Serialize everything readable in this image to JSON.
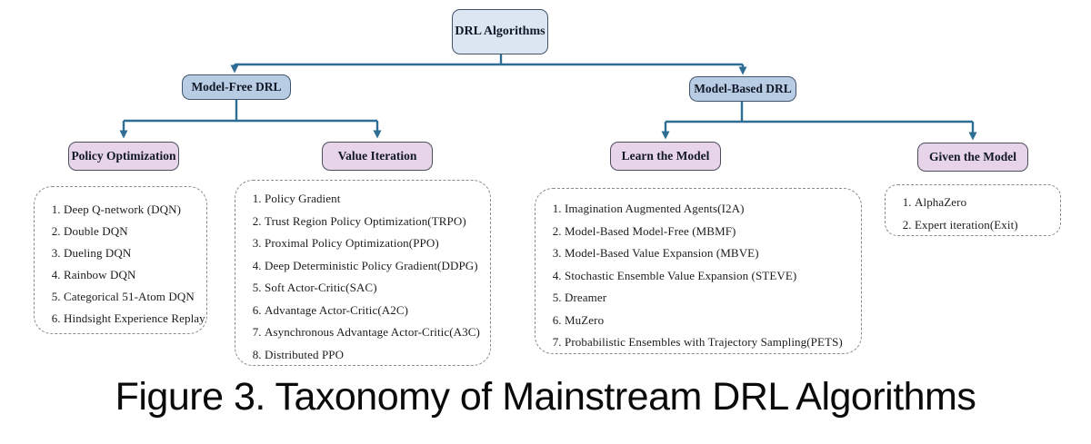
{
  "figure": {
    "caption": "Figure 3. Taxonomy of Mainstream DRL Algorithms"
  },
  "colors": {
    "connector": "#2e6d94",
    "level1_fill": "#dce6f2",
    "level2_fill": "#b8cce4",
    "level3_fill": "#e8d4e8",
    "box_border": "#44546a",
    "dashed_panel_border": "#8a8a8a"
  },
  "tree": {
    "root": {
      "label": "DRL Algorithms"
    },
    "branches": [
      {
        "label": "Model-Free DRL",
        "children": [
          {
            "label": "Policy Optimization"
          },
          {
            "label": "Value Iteration"
          }
        ]
      },
      {
        "label": "Model-Based DRL",
        "children": [
          {
            "label": "Learn the Model"
          },
          {
            "label": "Given the Model"
          }
        ]
      }
    ]
  },
  "lists": [
    {
      "parent": "Policy Optimization",
      "items": [
        "Deep Q-network (DQN)",
        "Double DQN",
        "Dueling DQN",
        "Rainbow DQN",
        "Categorical 51-Atom DQN",
        "Hindsight Experience Replay"
      ]
    },
    {
      "parent": "Value Iteration",
      "items": [
        "Policy Gradient",
        "Trust Region Policy Optimization(TRPO)",
        "Proximal Policy Optimization(PPO)",
        "Deep Deterministic Policy Gradient(DDPG)",
        "Soft Actor-Critic(SAC)",
        "Advantage Actor-Critic(A2C)",
        "Asynchronous Advantage Actor-Critic(A3C)",
        "Distributed PPO"
      ]
    },
    {
      "parent": "Learn the Model",
      "items": [
        "Imagination Augmented Agents(I2A)",
        "Model-Based Model-Free (MBMF)",
        "Model-Based Value Expansion (MBVE)",
        "Stochastic Ensemble Value Expansion (STEVE)",
        "Dreamer",
        "MuZero",
        "Probabilistic Ensembles with Trajectory Sampling(PETS)"
      ]
    },
    {
      "parent": "Given the Model",
      "items": [
        "AlphaZero",
        "Expert iteration(Exit)"
      ]
    }
  ]
}
